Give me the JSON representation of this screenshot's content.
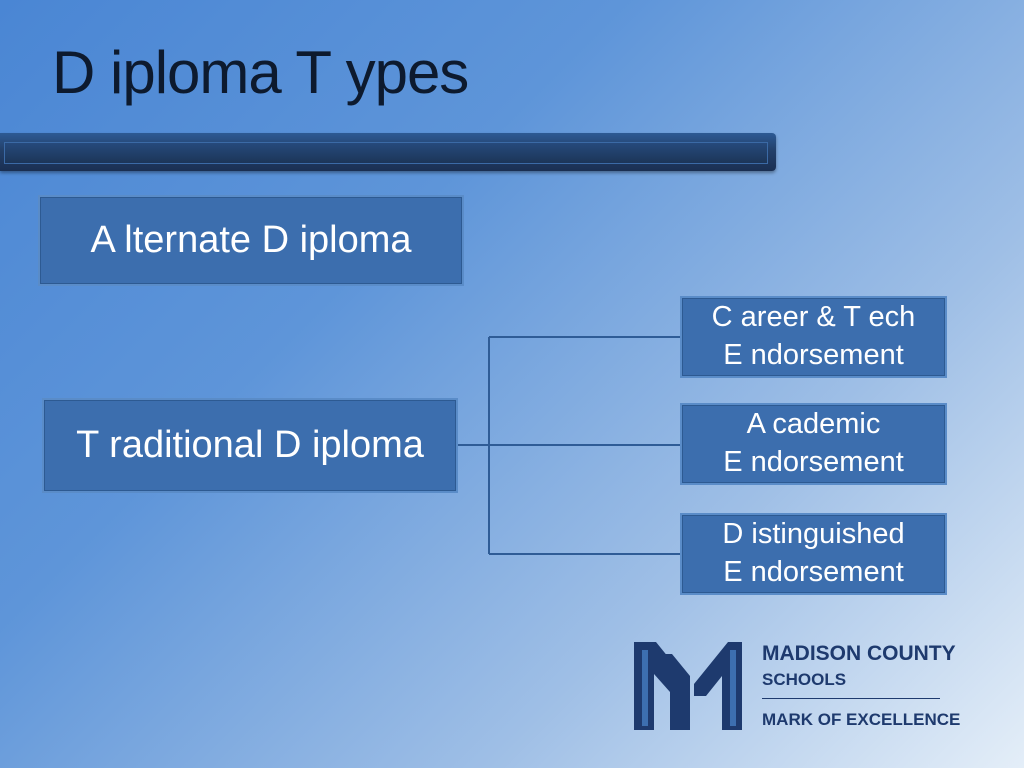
{
  "title": "D iploma T ypes",
  "boxes": {
    "alternate": "A lternate D iploma",
    "traditional": "T raditional D iploma",
    "career": "C areer & T ech\nE ndorsement",
    "academic": "A cademic\nE ndorsement",
    "distinguished": "D istinguished\nE ndorsement"
  },
  "logo": {
    "name": "MADISON COUNTY",
    "subtitle": "SCHOOLS",
    "tagline": "MARK OF EXCELLENCE"
  },
  "colors": {
    "box_fill": "#3c6eae",
    "box_border": "#5a8cc8",
    "title_text": "#0d1a2e",
    "logo_navy": "#1e3a6e"
  }
}
